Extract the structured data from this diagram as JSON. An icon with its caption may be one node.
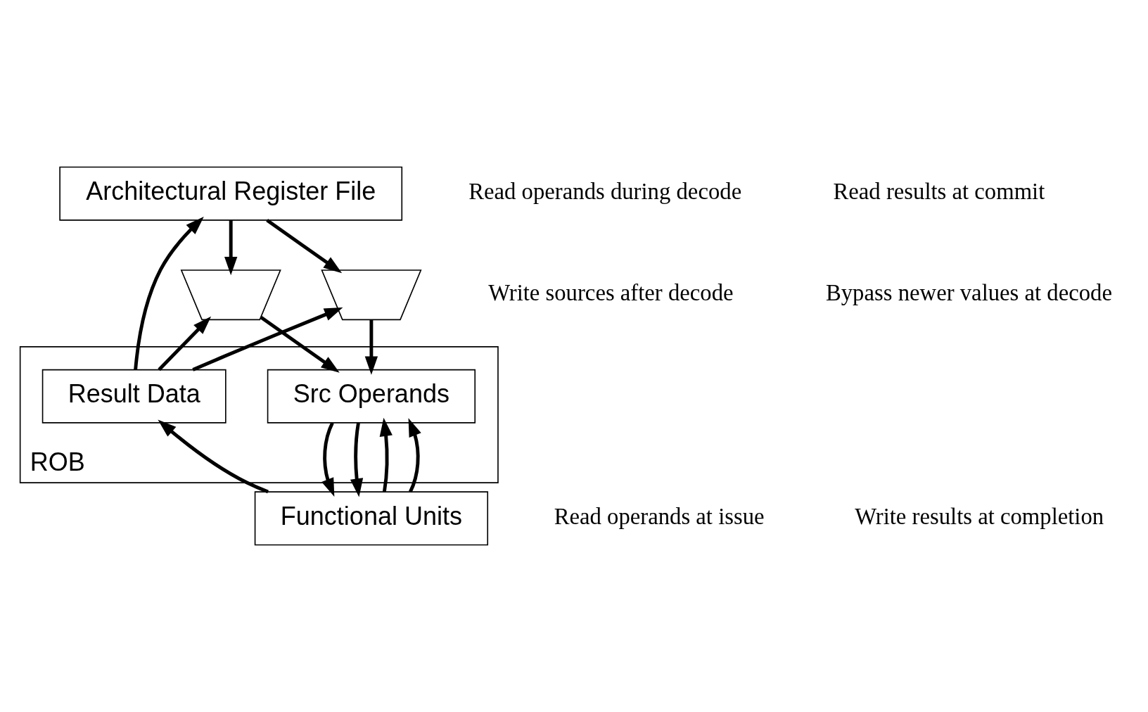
{
  "diagram": {
    "nodes": [
      {
        "text": [
          "Architectural Register File"
        ]
      },
      {
        "text": [
          "ROB"
        ]
      },
      {
        "text": [
          "Src Operands"
        ],
        "in": 1
      },
      {
        "text": [
          "Result Data"
        ],
        "in": 1
      },
      {
        "text": [
          "Functional Units"
        ]
      },
      {
        "text": [],
        "shape": "trapezoid"
      },
      {
        "text": [],
        "shape": "trapezoid"
      }
    ],
    "edges": [
      {
        "from": 0,
        "to": 5,
        "arrow": "to"
      },
      {
        "from": 0,
        "to": 6,
        "arrow": "to"
      },
      {
        "from": 5,
        "to": 2,
        "arrow": "to"
      },
      {
        "from": 6,
        "to": 2,
        "arrow": "to"
      },
      {
        "from": 3,
        "to": 0,
        "arrow": "to"
      },
      {
        "from": 3,
        "to": 5,
        "arrow": "to"
      },
      {
        "from": 3,
        "to": 6,
        "arrow": "to"
      },
      {
        "from": 2,
        "to": 4,
        "arrow": "to"
      },
      {
        "from": 2,
        "to": 4,
        "arrow": "to"
      },
      {
        "from": 4,
        "to": 3,
        "arrow": "to"
      },
      {
        "from": 4,
        "to": 2,
        "arrow": "to"
      },
      {
        "from": 4,
        "to": 2,
        "arrow": "to"
      }
    ],
    "labels": [
      "Read operands during decode",
      "Write sources after decode",
      "Read results at commit",
      "Bypass newer values at decode",
      "Read operands at issue",
      "Write results at completion"
    ]
  }
}
